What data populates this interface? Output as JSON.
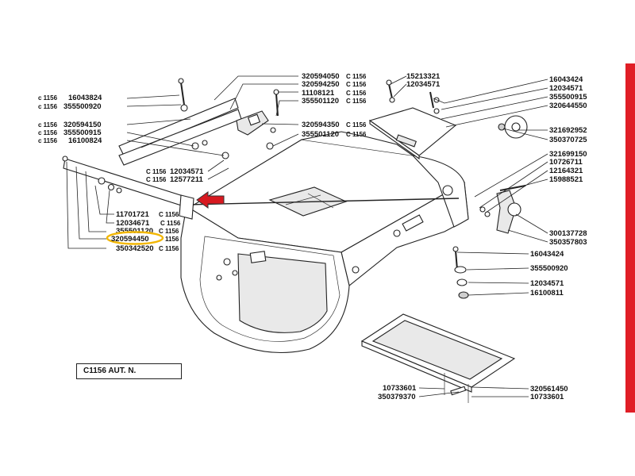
{
  "diagram": {
    "code_box": "C1156  AUT. N.",
    "highlighted_part": "320594450",
    "colors": {
      "accent_red": "#e01e26",
      "highlight_ring": "#f2b705",
      "arrow": "#d71920"
    },
    "callouts_left": [
      {
        "prefix": "c 1156",
        "num": "16043824"
      },
      {
        "prefix": "c 1156",
        "num": "355500920"
      },
      {
        "prefix": "c 1156",
        "num": "320594150"
      },
      {
        "prefix": "c 1156",
        "num": "355500915"
      },
      {
        "prefix": "c 1156",
        "num": "16100824"
      }
    ],
    "callouts_mid_left": [
      {
        "prefix": "C 1156",
        "num": "12034571"
      },
      {
        "prefix": "C 1156",
        "num": "12577211"
      }
    ],
    "callouts_lower_left": [
      {
        "num": "11701721",
        "suffix": "C 1156"
      },
      {
        "num": "12034671",
        "suffix": "C 1156"
      },
      {
        "num": "355501120",
        "suffix": "C 1156"
      },
      {
        "num": "320594450",
        "suffix": "1156"
      },
      {
        "num": "350342520",
        "suffix": "C 1156"
      }
    ],
    "callouts_top_center": [
      {
        "num": "320594050",
        "suffix": "C 1156"
      },
      {
        "num": "320594250",
        "suffix": "C 1156"
      },
      {
        "num": "11108121",
        "suffix": "C 1156"
      },
      {
        "num": "355501120",
        "suffix": "C 1156"
      }
    ],
    "callouts_center": [
      {
        "num": "320594350",
        "suffix": "C 1156"
      },
      {
        "num": "355501120",
        "suffix": "C 1156"
      }
    ],
    "callouts_top_mid": [
      "15213321",
      "12034571"
    ],
    "callouts_right_top": [
      "16043424",
      "12034571",
      "355500915",
      "320644550"
    ],
    "callouts_right_mid": [
      "321692952",
      "350370725",
      "321699150",
      "10726711",
      "12164321",
      "15988521"
    ],
    "callouts_right_low": [
      "300137728",
      "350357803"
    ],
    "callouts_right_bottom": [
      "16043424",
      "355500920",
      "12034571",
      "16100811"
    ],
    "callouts_bottom": [
      "10733601",
      "350379370",
      "320561450",
      "10733601"
    ]
  }
}
